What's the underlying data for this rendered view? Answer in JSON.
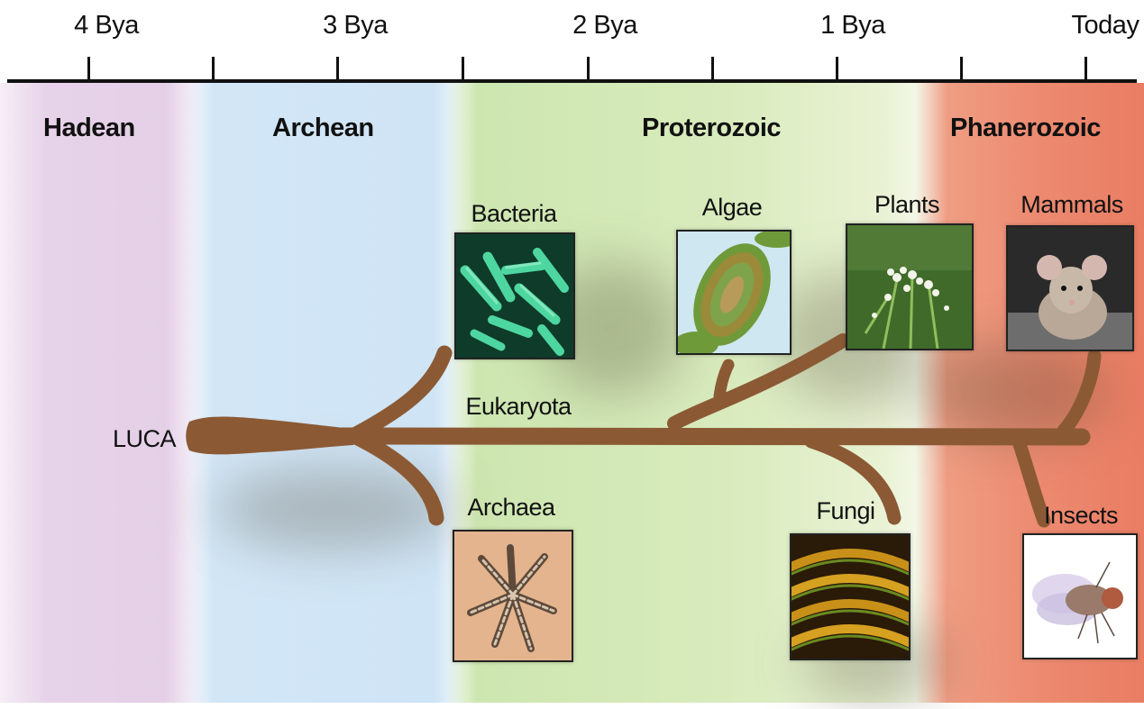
{
  "timescale": {
    "ticks": [
      "4 Bya",
      "3 Bya",
      "2 Bya",
      "1 Bya",
      "Today"
    ]
  },
  "eons": [
    "Hadean",
    "Archean",
    "Proterozoic",
    "Phanerozoic"
  ],
  "tree": {
    "root": "LUCA",
    "branch": "Eukaryota"
  },
  "groups": {
    "bacteria": "Bacteria",
    "archaea": "Archaea",
    "algae": "Algae",
    "plants": "Plants",
    "fungi": "Fungi",
    "mammals": "Mammals",
    "insects": "Insects"
  },
  "colors": {
    "branch": "#8b5a35",
    "hadean": "#e4cfe7",
    "archean": "#cfe4f5",
    "proterozoic": "#d9ebbd",
    "phanerozoic": "#ec8a70"
  }
}
